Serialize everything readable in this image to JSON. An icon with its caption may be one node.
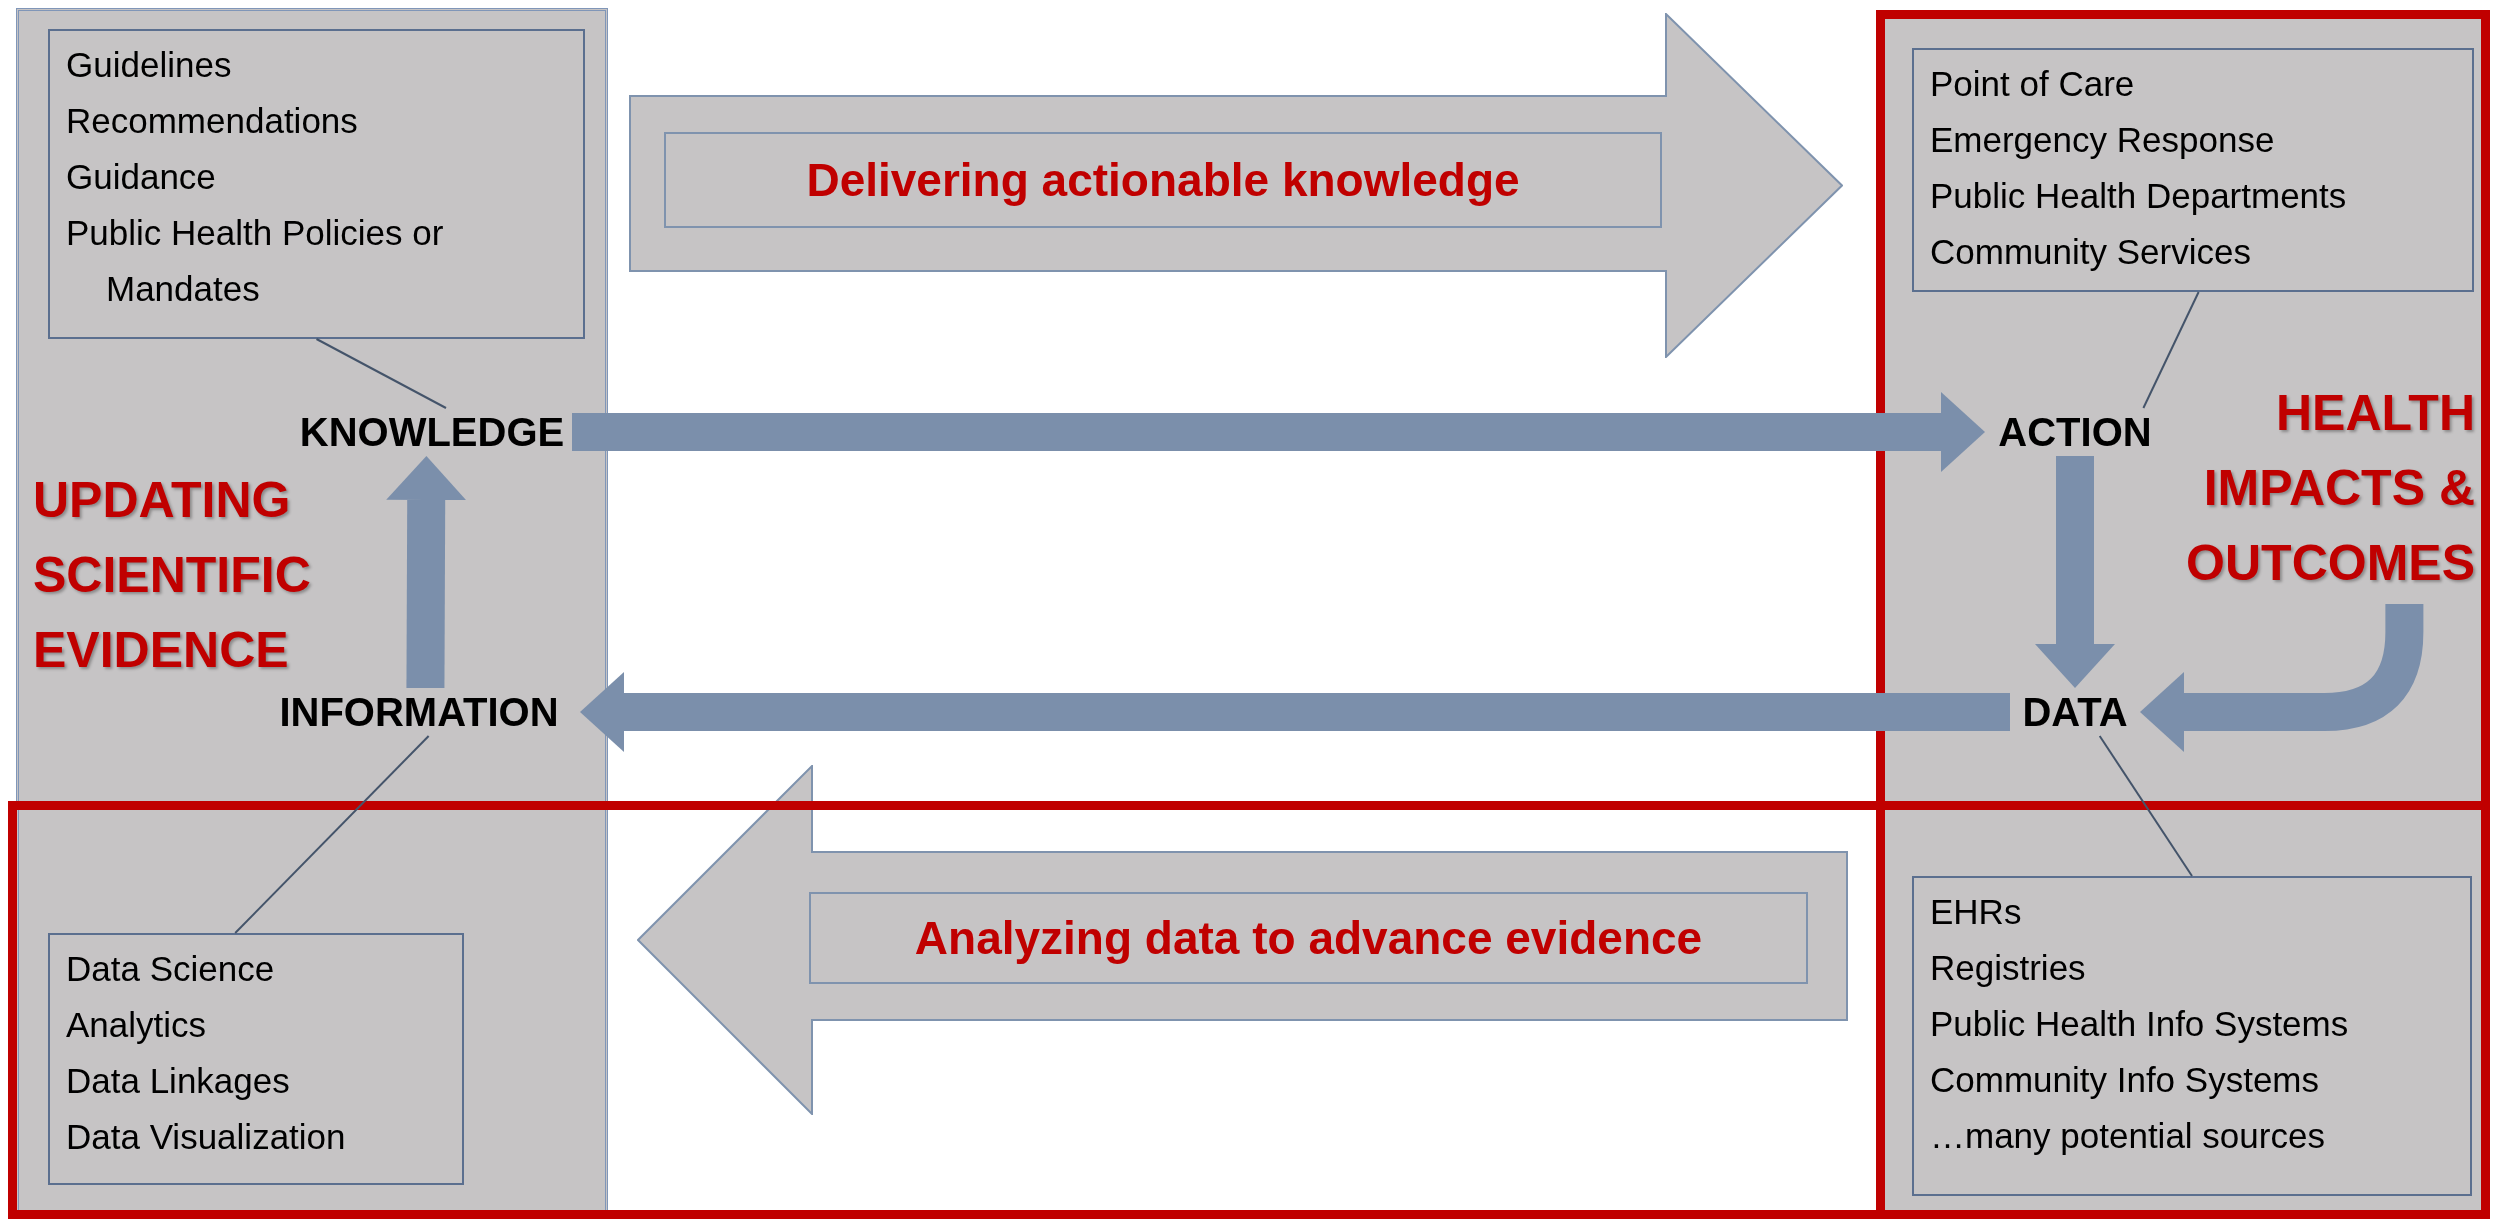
{
  "diagram": {
    "nodes": [
      {
        "text": [
          "UPDATING SCIENTIFIC EVIDENCE"
        ]
      },
      {
        "text": [
          "Guidelines",
          "Recommendations",
          "Guidance",
          "Public Health Policies or Mandates"
        ],
        "in": 0
      },
      {
        "text": [
          "KNOWLEDGE"
        ],
        "in": 0
      },
      {
        "text": [
          "INFORMATION"
        ],
        "in": 0
      },
      {
        "text": [
          "Data Science",
          "Analytics",
          "Data Linkages",
          "Data Visualization"
        ]
      },
      {
        "text": [],
        "shape": "box"
      },
      {
        "text": [
          "Point of Care",
          "Emergency Response",
          "Public Health Departments",
          "Community Services"
        ],
        "in": 5
      },
      {
        "text": [
          "ACTION"
        ],
        "in": 5
      },
      {
        "text": [
          "HEALTH IMPACTS & OUTCOMES"
        ],
        "in": 5
      },
      {
        "text": [
          "DATA"
        ],
        "in": 5
      },
      {
        "text": [
          "EHRs",
          "Registries",
          "Public Health Info Systems",
          "Community Info Systems",
          "…many potential sources"
        ]
      },
      {
        "text": [],
        "shape": "arrow"
      },
      {
        "text": [
          "Delivering actionable knowledge"
        ],
        "in": 11
      },
      {
        "text": [],
        "shape": "arrow"
      },
      {
        "text": [
          "Analyzing data to advance evidence"
        ],
        "in": 13
      },
      {
        "text": [],
        "shape": "box"
      }
    ],
    "edges": [
      {
        "from": 2,
        "to": 1,
        "arrow": "none"
      },
      {
        "from": 3,
        "to": 4,
        "arrow": "none"
      },
      {
        "from": 3,
        "to": 2,
        "arrow": "to"
      },
      {
        "from": 2,
        "to": 7,
        "arrow": "to"
      },
      {
        "from": 9,
        "to": 3,
        "arrow": "to"
      },
      {
        "from": 7,
        "to": 9,
        "arrow": "to"
      },
      {
        "from": 8,
        "to": 9,
        "arrow": "to"
      },
      {
        "from": 7,
        "to": 6,
        "arrow": "none"
      },
      {
        "from": 9,
        "to": 10,
        "arrow": "none"
      }
    ]
  }
}
